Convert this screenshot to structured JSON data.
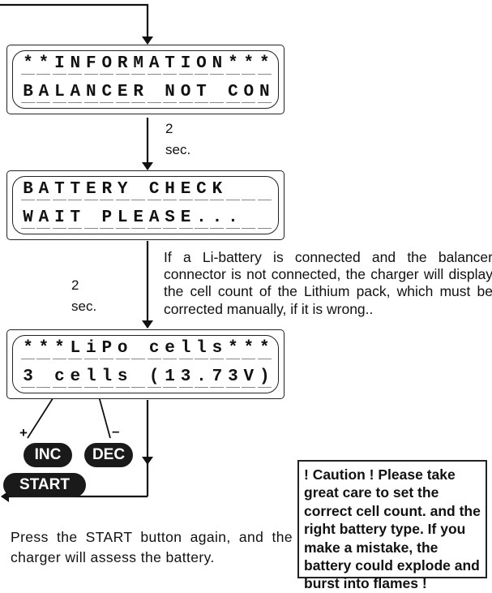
{
  "screens": [
    {
      "line1": "**INFORMATION***",
      "line2": "BALANCER_NOT_CON"
    },
    {
      "line1": "BATTERY_CHECK___",
      "line2": "WAIT_PLEASE...__"
    },
    {
      "line1": "***LiPo_cells***",
      "line2": "3_cells_(13.73V)"
    }
  ],
  "delays": [
    {
      "value": "2",
      "unit": "sec."
    },
    {
      "value": "2",
      "unit": "sec."
    }
  ],
  "note": "If a Li-battery is  connected and the balancer connector is not connected, the charger will display the cell count of the Lithium pack, which must be corrected manually, if it is wrong..",
  "caution": "! Caution ! Please take great care to set the correct cell count. and the right battery type. If you make a mistake, the battery could explode and burst into flames !",
  "buttons": {
    "inc": "INC",
    "dec": "DEC",
    "start": "START",
    "plus": "+",
    "minus": "–"
  },
  "instruction": "Press the START button again, and the charger will assess the battery."
}
